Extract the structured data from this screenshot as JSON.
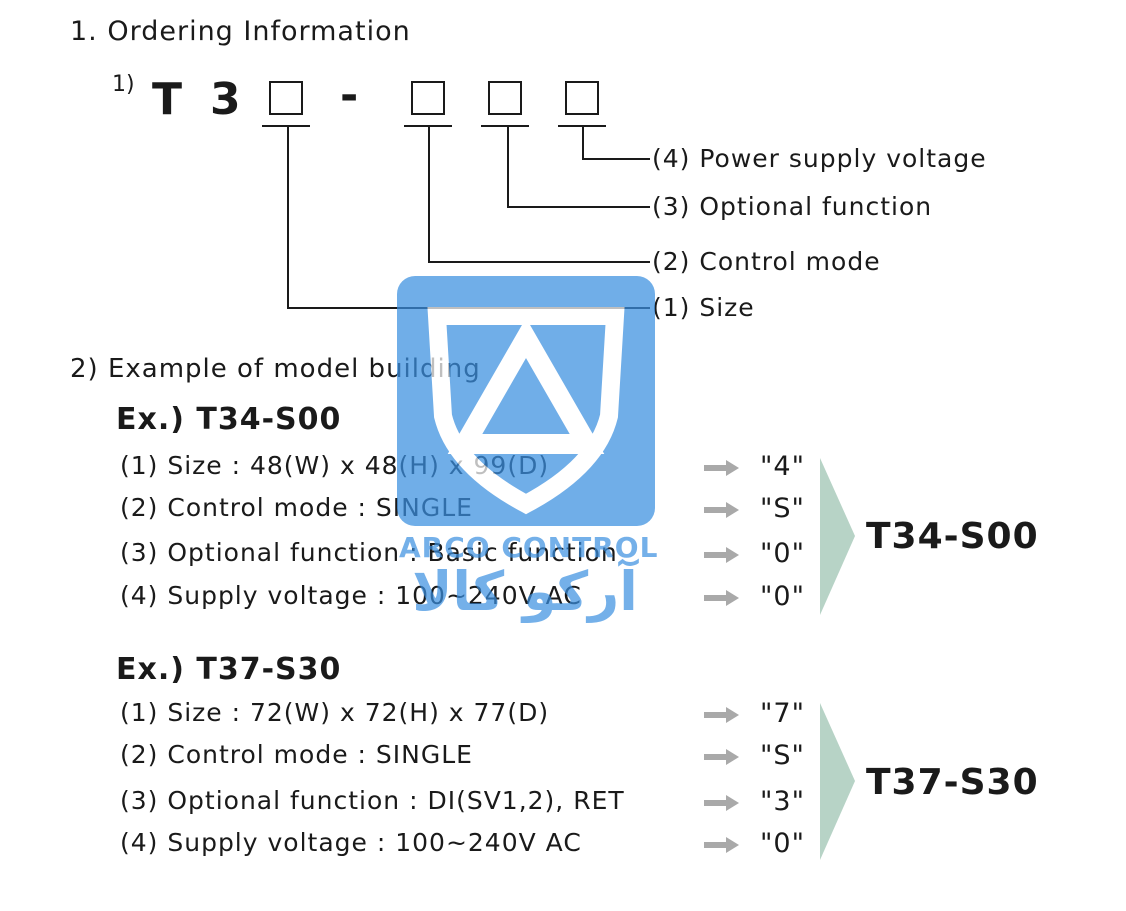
{
  "section1": {
    "title": "1. Ordering Information",
    "item_number": "1)",
    "code_prefix_t": "T",
    "code_prefix_3": "3",
    "code_dash": "-",
    "labels": [
      "(4) Power supply voltage",
      "(3) Optional function",
      "(2) Control mode",
      "(1) Size"
    ]
  },
  "section2": {
    "title": "2) Example of model building",
    "examples": [
      {
        "title": "Ex.) T34-S00",
        "rows": [
          {
            "label": "(1) Size : 48(W) x 48(H) x 99(D)",
            "code": "\"4\""
          },
          {
            "label": "(2) Control mode : SINGLE",
            "code": "\"S\""
          },
          {
            "label": "(3) Optional function : Basic function",
            "code": "\"0\""
          },
          {
            "label": "(4) Supply voltage : 100~240V AC",
            "code": "\"0\""
          }
        ],
        "result": "T34-S00"
      },
      {
        "title": "Ex.) T37-S30",
        "rows": [
          {
            "label": "(1) Size : 72(W) x 72(H) x 77(D)",
            "code": "\"7\""
          },
          {
            "label": "(2) Control mode : SINGLE",
            "code": "\"S\""
          },
          {
            "label": "(3) Optional function : DI(SV1,2), RET",
            "code": "\"3\""
          },
          {
            "label": "(4) Supply voltage : 100~240V AC",
            "code": "\"0\""
          }
        ],
        "result": "T37-S30"
      }
    ]
  },
  "watermark": {
    "latin": "ARCO CONTROL",
    "arabic": "آرکو کالا",
    "color": "#3a8fe0"
  },
  "colors": {
    "text": "#1a1a1a",
    "arrow": "#a9a9a9",
    "chevron": "#b7d3c6",
    "watermark": "#3a8fe0"
  }
}
